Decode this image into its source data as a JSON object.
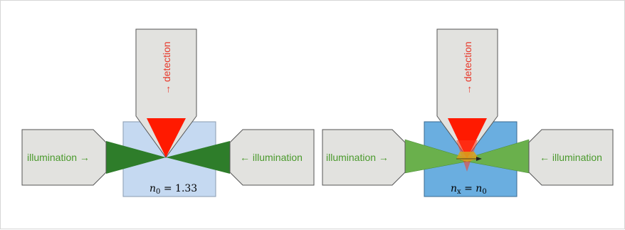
{
  "panels": [
    {
      "illumination_left": "illumination →",
      "illumination_right": "← illumination",
      "detection": "→ detection",
      "medium_symbol": "n",
      "medium_subscript": "0",
      "medium_relation": " = 1.33",
      "sample_color": "#c5d9f1",
      "beam_color": "#2e7d2a",
      "cone_color": "#ff1a00"
    },
    {
      "illumination_left": "illumination →",
      "illumination_right": "← illumination",
      "detection": "→ detection",
      "medium_symbol": "n",
      "medium_subscript": "x",
      "medium_relation": " = n",
      "medium_relation_subscript": "0",
      "sample_color": "#6aaee0",
      "beam_color": "#6ab04c",
      "cone_color": "#ff1a00"
    }
  ]
}
